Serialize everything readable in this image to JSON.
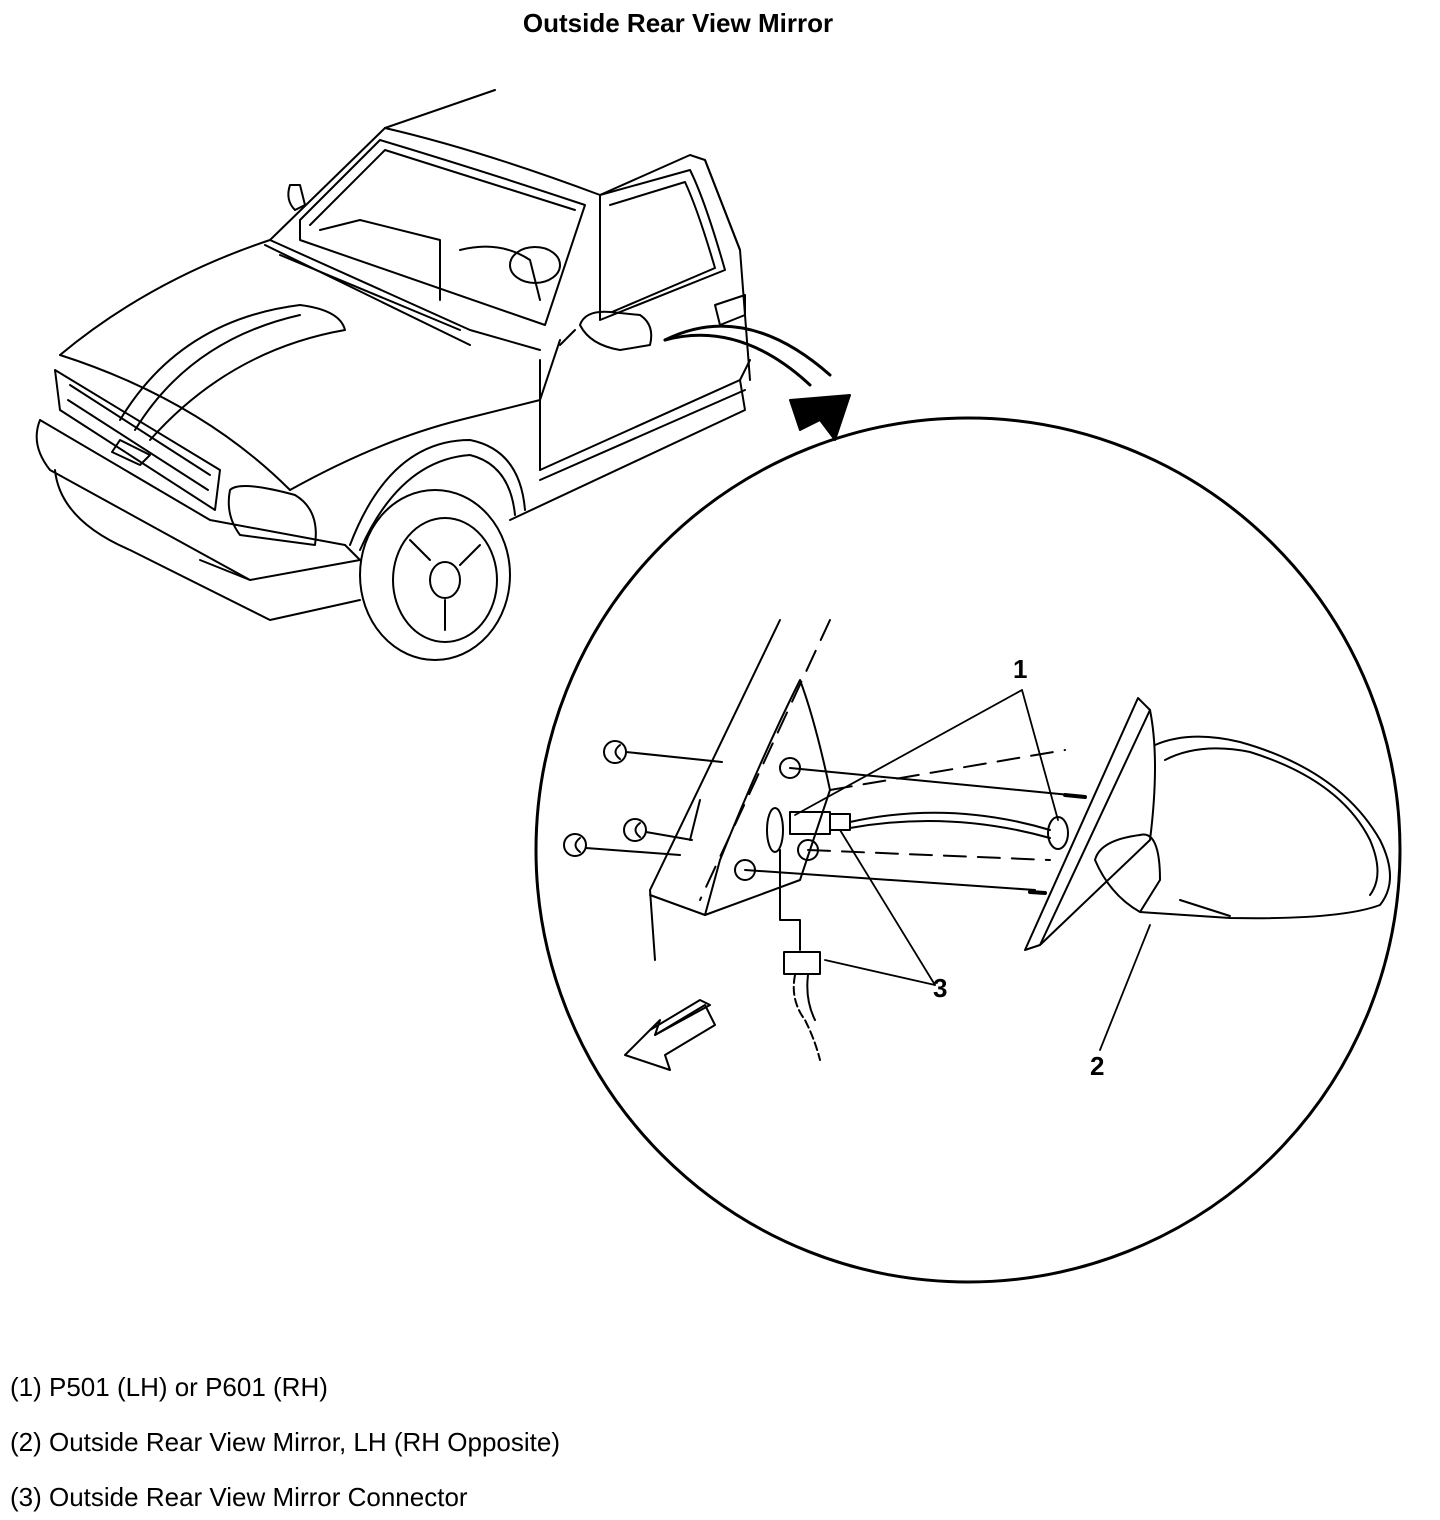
{
  "title": "Outside Rear View Mirror",
  "callouts": [
    "1",
    "2",
    "3"
  ],
  "legend": [
    "(1) P501 (LH) or P601 (RH)",
    "(2) Outside Rear View Mirror, LH (RH Opposite)",
    "(3) Outside Rear View Mirror Connector"
  ]
}
